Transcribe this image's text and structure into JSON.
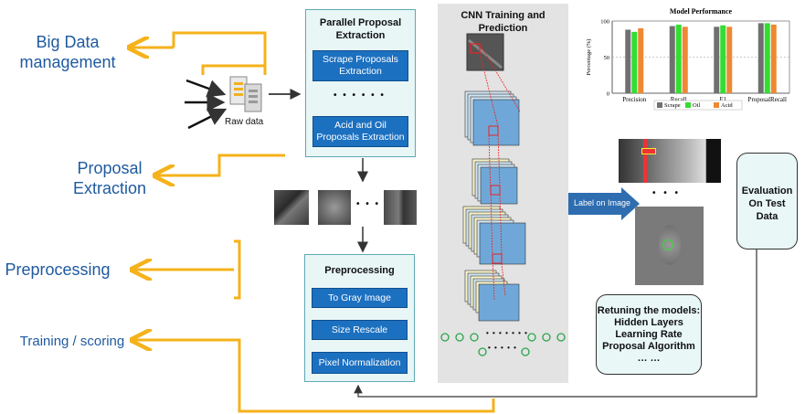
{
  "left_labels": {
    "big_data": "Big Data\nmanagement",
    "proposal_extraction": "Proposal\nExtraction",
    "preprocessing": "Preprocessing",
    "training": "Training / scoring"
  },
  "raw_data_label": "Raw data",
  "parallel_panel": {
    "title": "Parallel Proposal\nExtraction",
    "scrape_btn": "Scrape Proposals\nExtraction",
    "dots": "• • • • • •",
    "acid_btn": "Acid and Oil\nProposals Extraction"
  },
  "thumbnails_dots": "• • •",
  "preproc_panel": {
    "title": "Preprocessing",
    "gray_btn": "To Gray Image",
    "rescale_btn": "Size Rescale",
    "norm_btn": "Pixel Normalization"
  },
  "cnn": {
    "title": "CNN Training and\nPrediction",
    "dots": "• • • • • • •",
    "dots_small": "• • • • •"
  },
  "label_on_image": "Label on Image",
  "image_dots": "• • •",
  "evaluation": "Evaluation\nOn Test\nData",
  "retuning": {
    "title": "Retuning the models:",
    "items": [
      "Hidden Layers",
      "Learning Rate",
      "Proposal Algorithm",
      "… …"
    ]
  },
  "chart_data": {
    "type": "bar",
    "title": "Model Performance",
    "ylabel": "Percentage (%)",
    "ylim": [
      0,
      100
    ],
    "yticks": [
      0,
      50,
      100
    ],
    "categories": [
      "Precision",
      "Recall",
      "F1",
      "ProposalRecall"
    ],
    "series": [
      {
        "name": "Scrape",
        "color": "#707070",
        "values": [
          88,
          93,
          92,
          97
        ]
      },
      {
        "name": "Oil",
        "color": "#33dd33",
        "values": [
          85,
          95,
          94,
          97
        ]
      },
      {
        "name": "Acid",
        "color": "#ee8833",
        "values": [
          90,
          92,
          92,
          95
        ]
      }
    ],
    "grid": "dashed at 50",
    "legend": "bottom"
  }
}
